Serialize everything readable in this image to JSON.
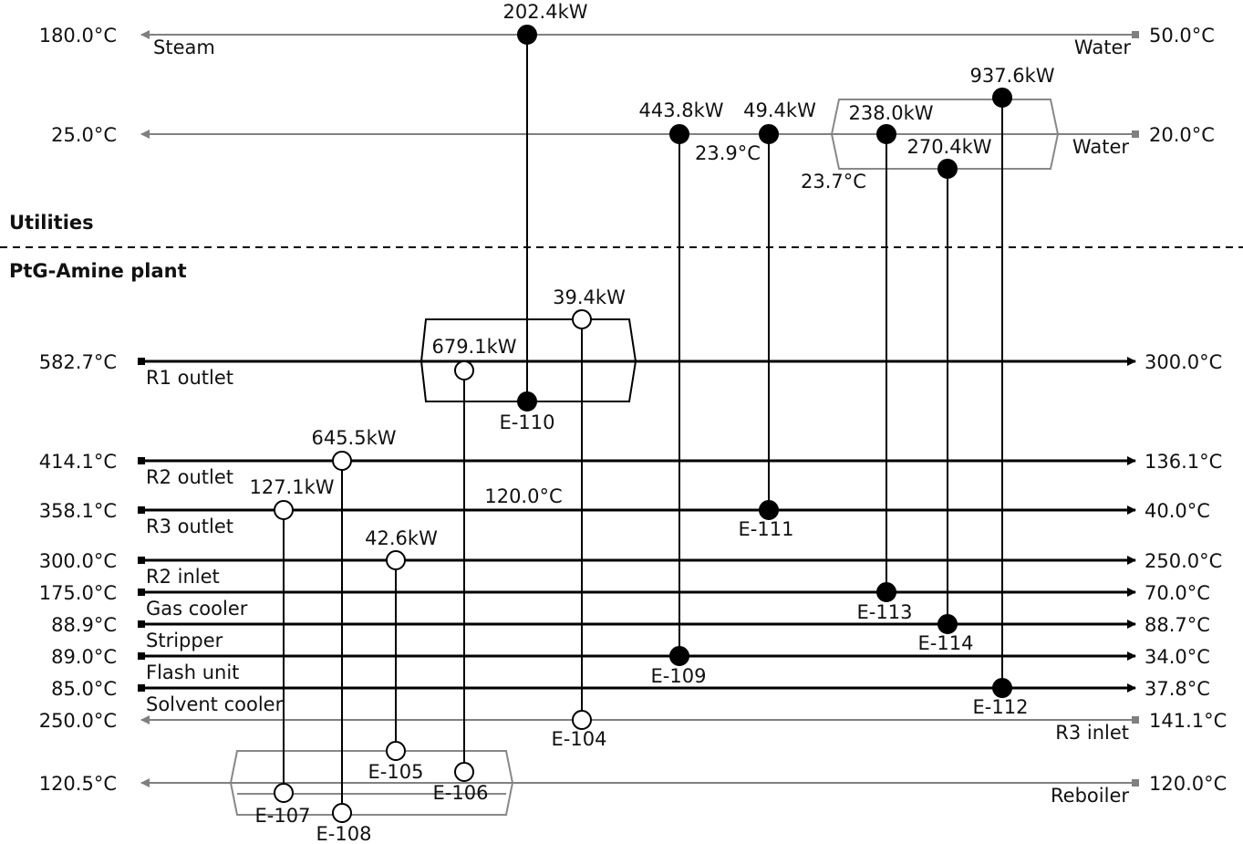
{
  "section_labels": {
    "utilities": "Utilities",
    "plant": "PtG-Amine plant"
  },
  "colors": {
    "process": "#000000",
    "utility": "#808080",
    "utility_box": "#888888",
    "dashed_divider": "#000000"
  },
  "streams": [
    {
      "id": "steam",
      "kind": "utility",
      "name": "Steam",
      "t_in": "50.0°C",
      "t_out": "180.0°C",
      "name_side": "left",
      "right_name": "Water"
    },
    {
      "id": "cw",
      "kind": "utility",
      "name": "Water",
      "t_in": "20.0°C",
      "t_out": "25.0°C",
      "name_side": "right"
    },
    {
      "id": "r1",
      "kind": "hot",
      "name": "R1 outlet",
      "t_in": "582.7°C",
      "t_out": "300.0°C"
    },
    {
      "id": "r2o",
      "kind": "hot",
      "name": "R2 outlet",
      "t_in": "414.1°C",
      "t_out": "136.1°C"
    },
    {
      "id": "r3o",
      "kind": "hot",
      "name": "R3 outlet",
      "t_in": "358.1°C",
      "t_out": "40.0°C"
    },
    {
      "id": "r2i",
      "kind": "hot",
      "name": "R2 inlet",
      "t_in": "300.0°C",
      "t_out": "250.0°C"
    },
    {
      "id": "gas",
      "kind": "hot",
      "name": "Gas cooler",
      "t_in": "175.0°C",
      "t_out": "70.0°C"
    },
    {
      "id": "strip",
      "kind": "hot",
      "name": "Stripper",
      "t_in": "88.9°C",
      "t_out": "88.7°C"
    },
    {
      "id": "flash",
      "kind": "hot",
      "name": "Flash unit",
      "t_in": "89.0°C",
      "t_out": "34.0°C"
    },
    {
      "id": "solv",
      "kind": "hot",
      "name": "Solvent cooler",
      "t_in": "85.0°C",
      "t_out": "37.8°C"
    },
    {
      "id": "r3i",
      "kind": "cold",
      "name": "R3 inlet",
      "t_in": "141.1°C",
      "t_out": "250.0°C"
    },
    {
      "id": "reb",
      "kind": "cold",
      "name": "Reboiler",
      "t_in": "120.0°C",
      "t_out": "120.5°C"
    }
  ],
  "exchangers": [
    {
      "id": "E-110",
      "duty": "202.4kW",
      "hot": "r1",
      "cold": "steam",
      "type": "utility"
    },
    {
      "id": "E-111",
      "duty": "49.4kW",
      "hot": "r3o",
      "cold": "cw",
      "type": "utility"
    },
    {
      "id": "E-109",
      "duty": "443.8kW",
      "hot": "flash",
      "cold": "cw",
      "type": "utility"
    },
    {
      "id": "E-113",
      "duty": "238.0kW",
      "hot": "gas",
      "cold": "cw",
      "type": "utility"
    },
    {
      "id": "E-114",
      "duty": "270.4kW",
      "hot": "strip",
      "cold": "cw",
      "type": "utility"
    },
    {
      "id": "E-112",
      "duty": "937.6kW",
      "hot": "solv",
      "cold": "cw",
      "type": "utility"
    },
    {
      "id": "E-106",
      "duty": "679.1kW",
      "hot": "r1",
      "cold": "reb",
      "type": "process"
    },
    {
      "id": "E-104",
      "duty": "39.4kW",
      "hot": "r1",
      "cold": "r3i",
      "type": "process"
    },
    {
      "id": "E-108",
      "duty": "645.5kW",
      "hot": "r2o",
      "cold": "reb",
      "type": "process"
    },
    {
      "id": "E-107",
      "duty": "127.1kW",
      "hot": "r3o",
      "cold": "reb",
      "type": "process"
    },
    {
      "id": "E-105",
      "duty": "42.6kW",
      "hot": "r2i",
      "cold": "reb",
      "type": "process"
    }
  ],
  "intermediate_temps": [
    {
      "text": "23.9°C",
      "near": "E-111"
    },
    {
      "text": "23.7°C",
      "near": "E-113"
    },
    {
      "text": "120.0°C",
      "near": "r3o"
    }
  ]
}
